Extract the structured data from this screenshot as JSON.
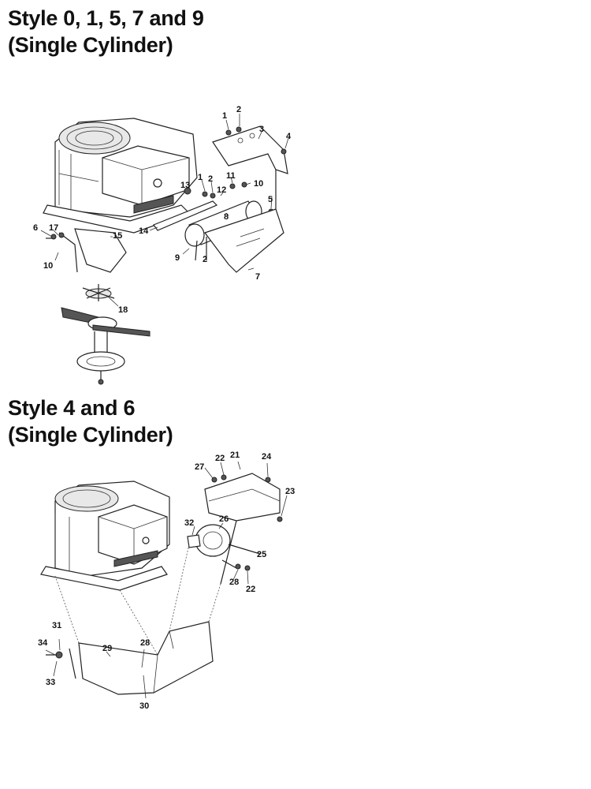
{
  "sections": [
    {
      "title_line1": "Style 0, 1, 5, 7 and 9",
      "title_line2": "(Single Cylinder)",
      "callouts": [
        "1",
        "2",
        "3",
        "4",
        "1",
        "2",
        "11",
        "10",
        "13",
        "12",
        "5",
        "8",
        "14",
        "9",
        "2",
        "7",
        "6",
        "17",
        "15",
        "10",
        "18"
      ]
    },
    {
      "title_line1": "Style 4 and 6",
      "title_line2": "(Single Cylinder)",
      "callouts": [
        "22",
        "21",
        "24",
        "27",
        "23",
        "32",
        "26",
        "25",
        "28",
        "22",
        "31",
        "29",
        "28",
        "34",
        "33",
        "30"
      ]
    }
  ],
  "icons": [
    "engine-icon",
    "muffler-icon",
    "heat-shield-icon",
    "bracket-icon",
    "pulley-icon",
    "fan-icon",
    "bolt-icon"
  ]
}
